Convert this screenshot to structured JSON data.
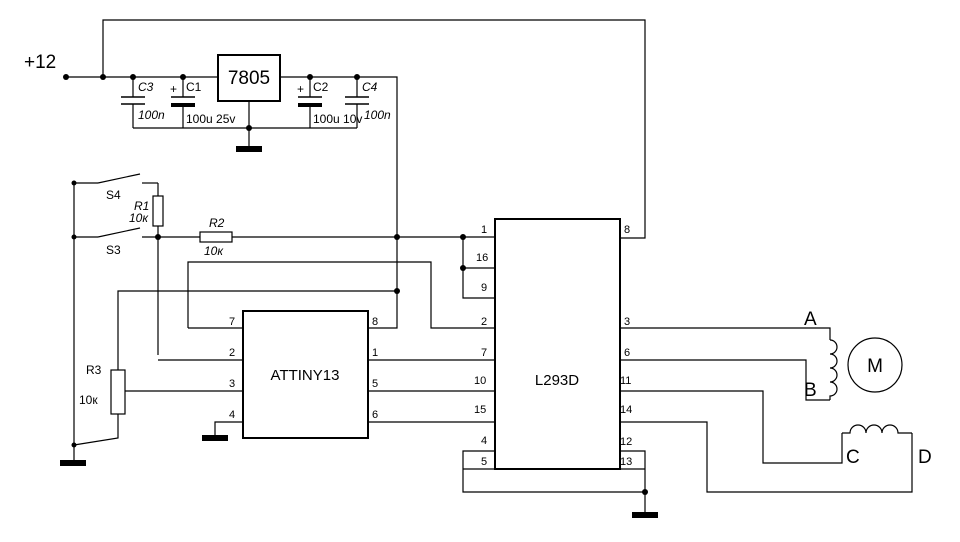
{
  "supply": "+12",
  "regulator": "7805",
  "chips": {
    "mcu": "ATTINY13",
    "driver": "L293D",
    "motor": "M"
  },
  "caps": {
    "c3": {
      "ref": "C3",
      "value": "100n"
    },
    "c1": {
      "ref": "C1",
      "value": "100u 25v"
    },
    "c2": {
      "ref": "C2",
      "value": "100u 10v"
    },
    "c4": {
      "ref": "C4",
      "value": "100n"
    },
    "plus": "+"
  },
  "resistors": {
    "r1": {
      "ref": "R1",
      "value": "10к"
    },
    "r2": {
      "ref": "R2",
      "value": "10к"
    },
    "r3": {
      "ref": "R3",
      "value": "10к"
    }
  },
  "switches": {
    "s4": "S4",
    "s3": "S3"
  },
  "coil_labels": {
    "a": "A",
    "b": "B",
    "c": "C",
    "d": "D"
  },
  "mcu_pins": {
    "p7": "7",
    "p8": "8",
    "p2": "2",
    "p1": "1",
    "p3": "3",
    "p5": "5",
    "p4": "4",
    "p6": "6"
  },
  "driver_pins": {
    "p1": "1",
    "p16": "16",
    "p9": "9",
    "p2": "2",
    "p7": "7",
    "p10": "10",
    "p15": "15",
    "p4": "4",
    "p5": "5",
    "p8": "8",
    "p3": "3",
    "p6": "6",
    "p11": "11",
    "p14": "14",
    "p12": "12",
    "p13": "13"
  }
}
